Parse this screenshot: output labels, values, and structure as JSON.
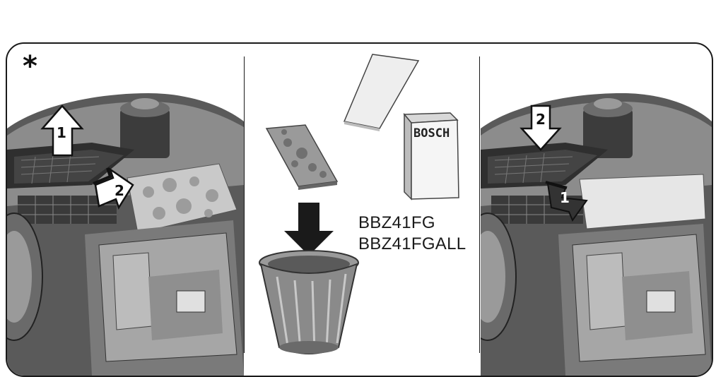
{
  "marker": "*",
  "panels": {
    "left": {
      "arrow_up_label": "1",
      "arrow_diag_label": "2"
    },
    "middle": {
      "box_brand": "BOSCH",
      "models": [
        "BBZ41FG",
        "BBZ41FGALL"
      ]
    },
    "right": {
      "arrow_down_label": "2",
      "arrow_diag_label": "1"
    }
  },
  "colors": {
    "line": "#1a1a1a",
    "machine_dark": "#4a4a4a",
    "machine_mid": "#8a8a8a",
    "machine_light": "#c4c4c4",
    "filter_light": "#e8e8e8"
  }
}
